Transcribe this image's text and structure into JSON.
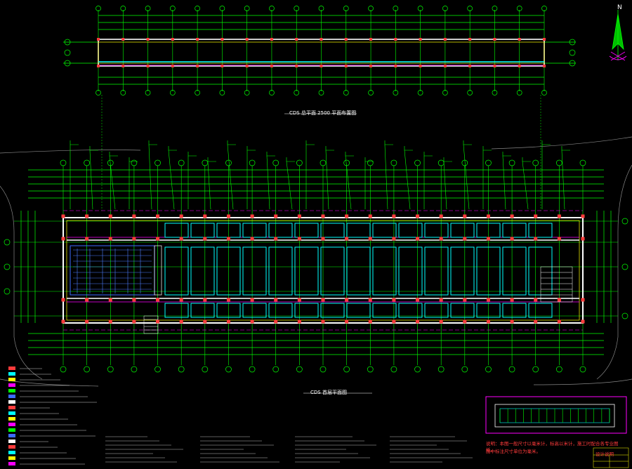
{
  "drawing": {
    "north_label": "N",
    "top_plan_title": "CDS 总平面 2500 平面布置图",
    "main_plan_title": "CDS 首层平面图",
    "note_line1": "说明：本图一般尺寸以毫米计，标高以米计，施工时配合各专业图纸。",
    "note_line2": "图中标注尺寸单位为毫米。",
    "stamp_text": "设计说明"
  },
  "colors": {
    "background": "#000000",
    "grid_green": "#00ff00",
    "wall_white": "#ffffff",
    "cyan": "#00ffff",
    "yellow": "#ffff00",
    "red": "#ff3b3b",
    "magenta": "#ff00ff",
    "blue": "#3b6bff"
  },
  "icons": {
    "north_arrow": "north-arrow-icon"
  }
}
